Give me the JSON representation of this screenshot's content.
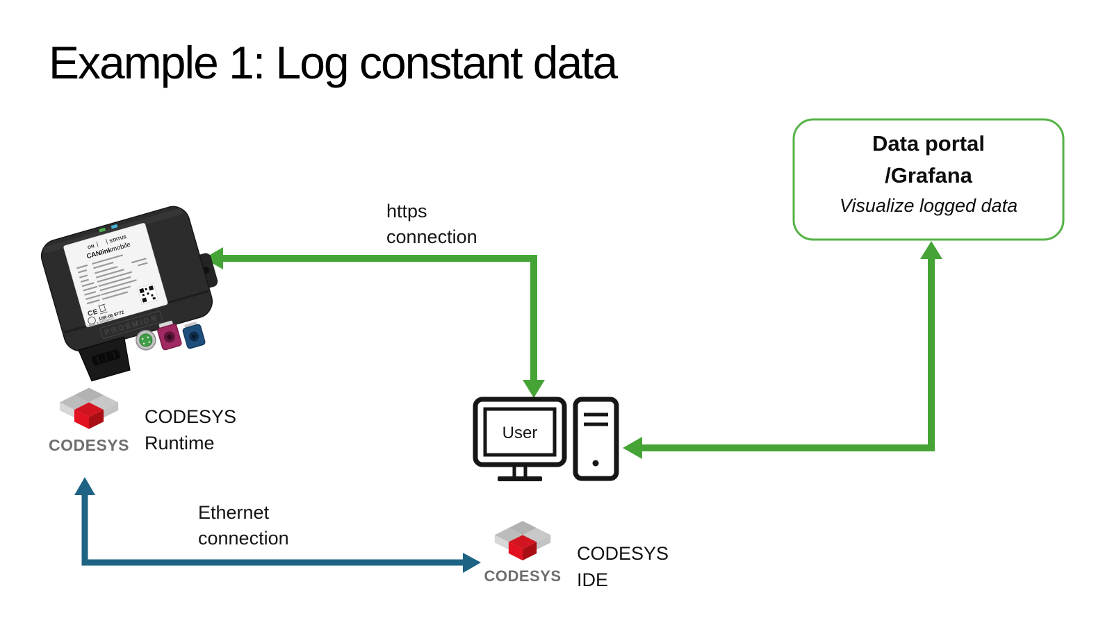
{
  "page": {
    "title": "Example 1: Log constant data"
  },
  "colors": {
    "arrow_green": "#46a437",
    "portal_border_green": "#54b345",
    "arrow_blue": "#1e6384",
    "icon_black": "#161616",
    "codesys_red_top": "#d21420",
    "codesys_red_left": "#e31220",
    "codesys_red_right": "#aa0e15",
    "codesys_gray_text": "#6f6f6f"
  },
  "portal": {
    "title_line1": "Data portal",
    "title_line2": "/Grafana",
    "subtitle": "Visualize logged data"
  },
  "connections": {
    "https": {
      "line1": "https",
      "line2": "connection"
    },
    "ethernet": {
      "line1": "Ethernet",
      "line2": "connection"
    }
  },
  "device": {
    "name": "CANlink mobile telematics device",
    "led_on": "ON",
    "led_status": "STATUS",
    "brand": "CANlink",
    "brand_suffix": "mobile",
    "ce_mark": "CE",
    "approval": "10R-06 9772",
    "made_in": "MADE IN GERMANY",
    "embossed_brand": "PROEMION"
  },
  "runtime": {
    "wordmark": "CODESYS",
    "line1": "CODESYS",
    "line2": "Runtime"
  },
  "ide": {
    "wordmark": "CODESYS",
    "line1": "CODESYS",
    "line2": "IDE"
  },
  "user_pc": {
    "screen_label": "User"
  },
  "icons": {
    "runtime_logo": "codesys-cube",
    "ide_logo": "codesys-cube",
    "user_pc": "desktop-computer",
    "device": "canlink-device-photo"
  }
}
